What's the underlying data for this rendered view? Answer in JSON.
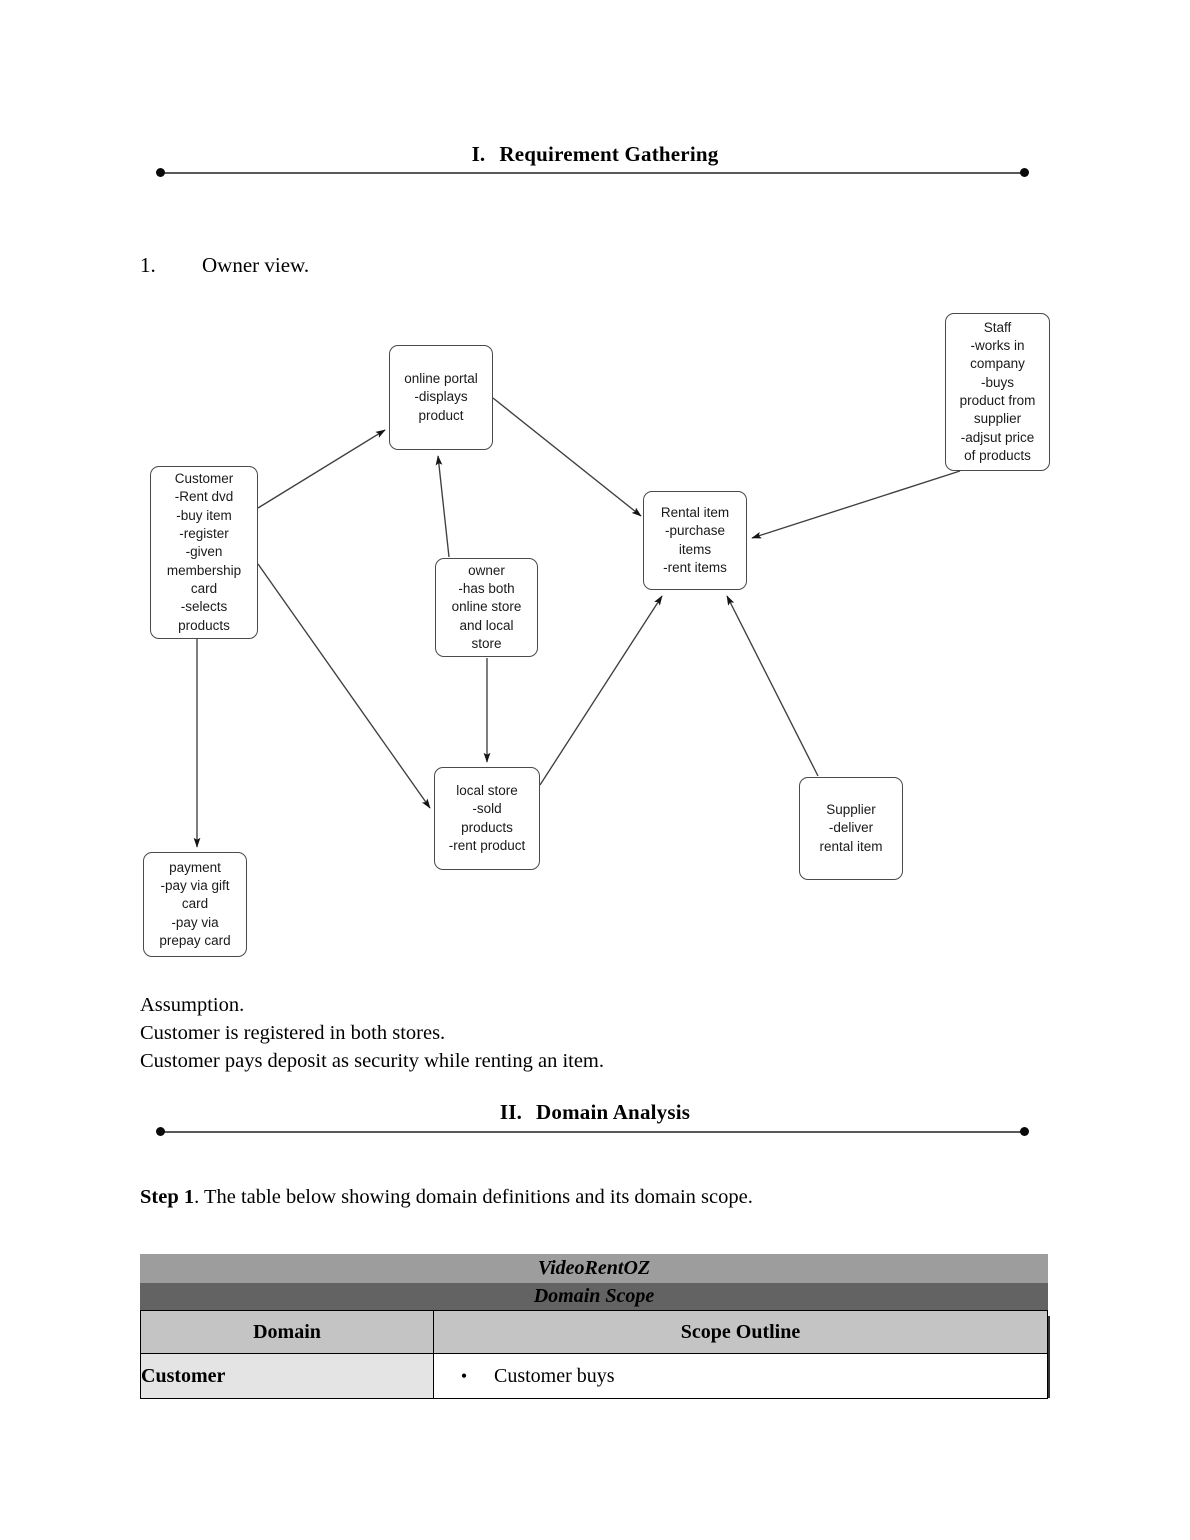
{
  "sections": [
    {
      "numeral": "I.",
      "title": "Requirement Gathering"
    },
    {
      "numeral": "II.",
      "title": "Domain Analysis"
    }
  ],
  "owner_view": {
    "marker": "1.",
    "label": "Owner view."
  },
  "diagram": {
    "nodes": [
      {
        "id": "online-portal",
        "text": "online portal\n-displays\nproduct"
      },
      {
        "id": "staff",
        "text": "Staff\n-works in\ncompany\n-buys\nproduct from\nsupplier\n-adjsut price\nof products"
      },
      {
        "id": "customer",
        "text": "Customer\n-Rent dvd\n-buy item\n-register\n-given\nmembership\ncard\n-selects\nproducts"
      },
      {
        "id": "rental-item",
        "text": "Rental item\n-purchase\nitems\n-rent items"
      },
      {
        "id": "owner",
        "text": "owner\n-has both\nonline store\nand local\nstore"
      },
      {
        "id": "local-store",
        "text": "local store\n-sold\nproducts\n-rent product"
      },
      {
        "id": "supplier",
        "text": "Supplier\n-deliver\nrental item"
      },
      {
        "id": "payment",
        "text": "payment\n-pay via gift\ncard\n-pay via\nprepay card"
      }
    ],
    "edges": [
      {
        "from": "customer",
        "to": "online-portal"
      },
      {
        "from": "owner",
        "to": "online-portal"
      },
      {
        "from": "online-portal",
        "to": "rental-item"
      },
      {
        "from": "staff",
        "to": "rental-item"
      },
      {
        "from": "customer",
        "to": "local-store"
      },
      {
        "from": "owner",
        "to": "local-store"
      },
      {
        "from": "local-store",
        "to": "rental-item"
      },
      {
        "from": "supplier",
        "to": "rental-item"
      },
      {
        "from": "customer",
        "to": "payment"
      }
    ]
  },
  "assumption": {
    "heading": "Assumption.",
    "lines": [
      "Customer is registered in both stores.",
      "Customer pays deposit as security while renting an item."
    ]
  },
  "step": {
    "label": "Step 1",
    "text": ".  The table below  showing  domain definitions and its domain scope."
  },
  "table": {
    "title": "VideoRentOZ",
    "subtitle": "Domain Scope",
    "headers": [
      "Domain",
      "Scope Outline"
    ],
    "rows": [
      {
        "domain": "Customer",
        "bullet": "•",
        "scope": "Customer buys"
      }
    ]
  },
  "colors": {
    "title_band": "#9d9d9d",
    "subtitle_band": "#636363",
    "header_band": "#c4c4c4",
    "domain_cell": "#e4e4e4",
    "rule": "#595959",
    "node_border": "#4a4a4a"
  }
}
